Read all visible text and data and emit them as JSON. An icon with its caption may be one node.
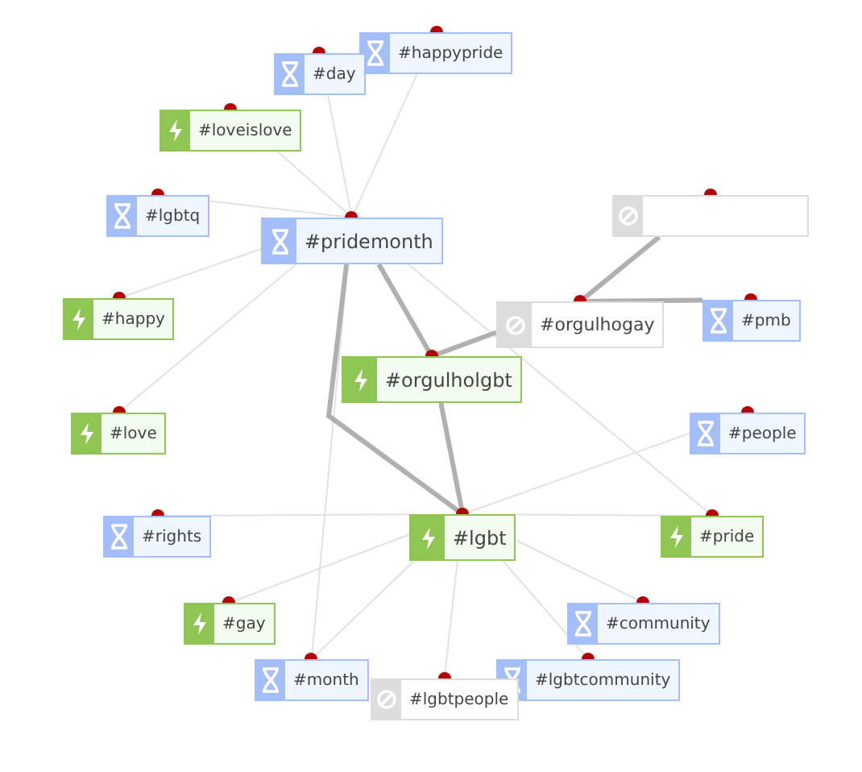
{
  "diagram": {
    "nodes": [
      {
        "text": [
          "#happypride"
        ]
      },
      {
        "text": [
          "#day"
        ]
      },
      {
        "text": [
          "#loveislove"
        ]
      },
      {
        "text": [
          "#lgbtq"
        ]
      },
      {
        "text": [],
        "shape": "box"
      },
      {
        "text": [
          "#pridemonth"
        ]
      },
      {
        "text": [
          "#pmb"
        ]
      },
      {
        "text": [
          "#happy"
        ]
      },
      {
        "text": [
          "#orgulhogay"
        ]
      },
      {
        "text": [
          "#orgulholgbt"
        ]
      },
      {
        "text": [
          "#love"
        ]
      },
      {
        "text": [
          "#people"
        ]
      },
      {
        "text": [
          "#rights"
        ]
      },
      {
        "text": [
          "#lgbt"
        ]
      },
      {
        "text": [
          "#pride"
        ]
      },
      {
        "text": [
          "#gay"
        ]
      },
      {
        "text": [
          "#community"
        ]
      },
      {
        "text": [
          "#month"
        ]
      },
      {
        "text": [
          "#lgbtcommunity"
        ]
      },
      {
        "text": [
          "#lgbtpeople"
        ]
      }
    ],
    "edges": [
      {
        "from": 5,
        "to": 1,
        "arrow": "none"
      },
      {
        "from": 5,
        "to": 0,
        "arrow": "none"
      },
      {
        "from": 5,
        "to": 2,
        "arrow": "none"
      },
      {
        "from": 5,
        "to": 3,
        "arrow": "none"
      },
      {
        "from": 5,
        "to": 7,
        "arrow": "none"
      },
      {
        "from": 5,
        "to": 10,
        "arrow": "none"
      },
      {
        "from": 5,
        "to": 17,
        "arrow": "none"
      },
      {
        "from": 5,
        "to": 9,
        "arrow": "none",
        "style": "thick"
      },
      {
        "from": 5,
        "to": 13,
        "arrow": "none",
        "style": "thick"
      },
      {
        "from": 5,
        "to": 14,
        "arrow": "none"
      },
      {
        "from": 9,
        "to": 8,
        "arrow": "none",
        "style": "thick"
      },
      {
        "from": 9,
        "to": 13,
        "arrow": "none",
        "style": "thick"
      },
      {
        "from": 8,
        "to": 4,
        "arrow": "none",
        "style": "thick"
      },
      {
        "from": 8,
        "to": 6,
        "arrow": "none",
        "style": "thick"
      },
      {
        "from": 13,
        "to": 12,
        "arrow": "none"
      },
      {
        "from": 13,
        "to": 11,
        "arrow": "none"
      },
      {
        "from": 13,
        "to": 14,
        "arrow": "none"
      },
      {
        "from": 13,
        "to": 15,
        "arrow": "none"
      },
      {
        "from": 13,
        "to": 17,
        "arrow": "none"
      },
      {
        "from": 13,
        "to": 19,
        "arrow": "none"
      },
      {
        "from": 13,
        "to": 18,
        "arrow": "none"
      },
      {
        "from": 13,
        "to": 16,
        "arrow": "none"
      }
    ]
  }
}
